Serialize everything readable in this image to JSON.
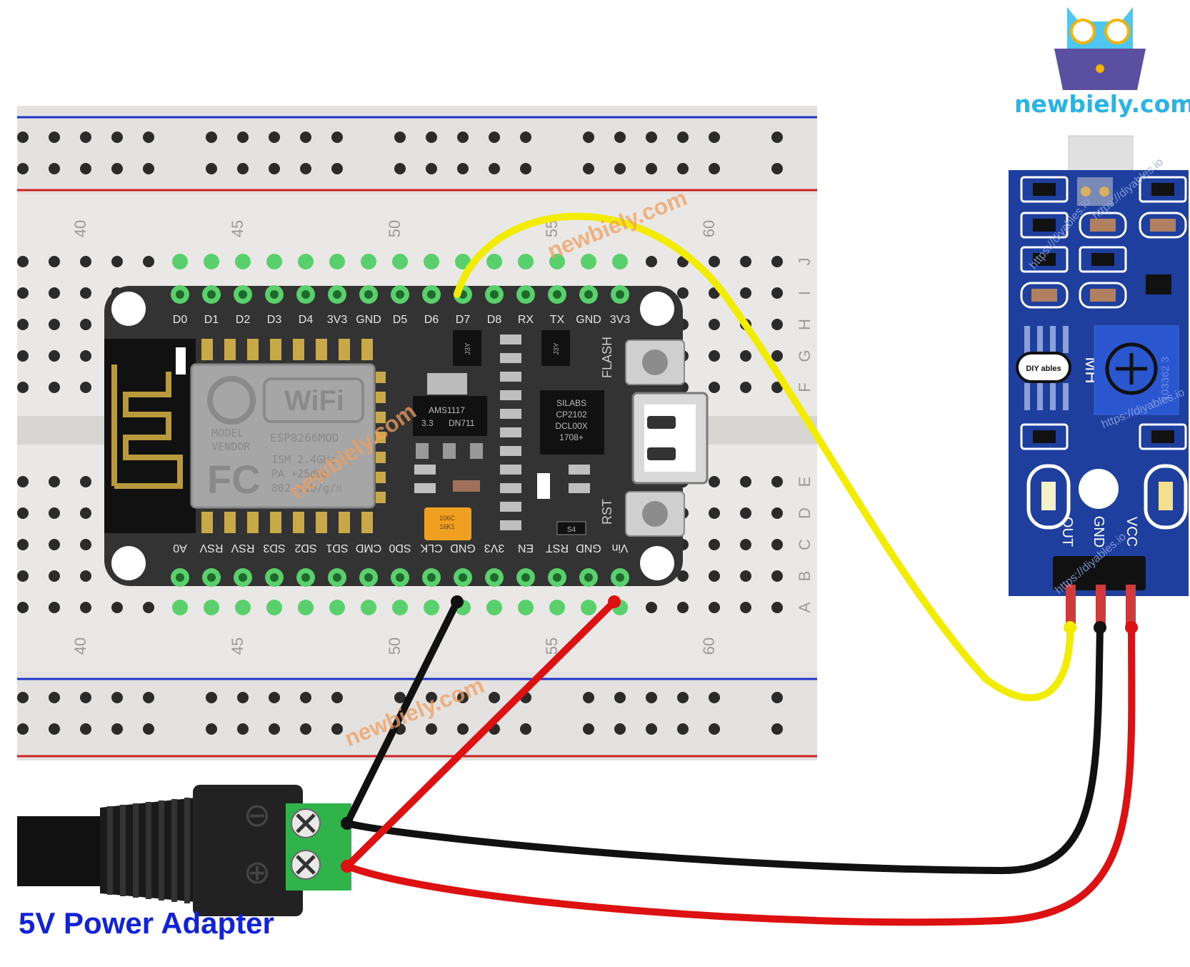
{
  "brand": {
    "site": "newbiely.com"
  },
  "watermarks": [
    "newbiely.com",
    "newbiely.com",
    "newbiely.com"
  ],
  "sensor_watermarks": [
    "https://diyables.io",
    "https://diyables.io",
    "https://diyables.io",
    "https://diyables.io"
  ],
  "breadboard": {
    "column_numbers": [
      "40",
      "45",
      "50",
      "55",
      "60"
    ],
    "row_letters_top": [
      "J",
      "I",
      "H",
      "G",
      "F"
    ],
    "row_letters_bottom": [
      "E",
      "D",
      "C",
      "B",
      "A"
    ]
  },
  "nodemcu": {
    "top_pins": [
      "D0",
      "D1",
      "D2",
      "D3",
      "D4",
      "3V3",
      "GND",
      "D5",
      "D6",
      "D7",
      "D8",
      "RX",
      "TX",
      "GND",
      "3V3"
    ],
    "bottom_pins": [
      "A0",
      "RSV",
      "RSV",
      "SD3",
      "SD2",
      "SD1",
      "CMD",
      "SD0",
      "CLK",
      "GND",
      "3V3",
      "EN",
      "RST",
      "GND",
      "Vin"
    ],
    "button_flash": "FLASH",
    "button_rst": "RST",
    "wifi_logo": "WiFi",
    "module_model": "MODEL",
    "module_vendor": "VENDOR",
    "module_chip": "ESP8266MOD",
    "module_ism": "ISM 2.4GHz",
    "module_pa": "PA +25dBm",
    "module_std": "802.11b/g/n",
    "fcc_logo": "FC",
    "regulator_1": "AMS1117",
    "regulator_2": "3.3",
    "regulator_3": "DN711",
    "usb_chip_1": "SILABS",
    "usb_chip_2": "CP2102",
    "usb_chip_3": "DCL00X",
    "usb_chip_4": "1708+",
    "cap_1": "106C",
    "cap_2": "16K1",
    "diode_label": "J3Y",
    "small_label": "S4"
  },
  "sensor": {
    "pins": [
      "OUT",
      "GND",
      "VCC"
    ],
    "logo": "DIY ables",
    "chip_label": "MH",
    "pot_label": "103362 3"
  },
  "adapter": {
    "minus": "⊖",
    "plus": "⊕",
    "caption": "5V Power Adapter"
  },
  "colors": {
    "signal_wire": "#f2ec00",
    "gnd_wire": "#111111",
    "vcc_wire": "#dd1111",
    "sensor_board": "#1f3f9e",
    "nodemcu_board": "#333333",
    "breadboard": "#e9e8e6",
    "pin_green": "#5ad06c"
  }
}
